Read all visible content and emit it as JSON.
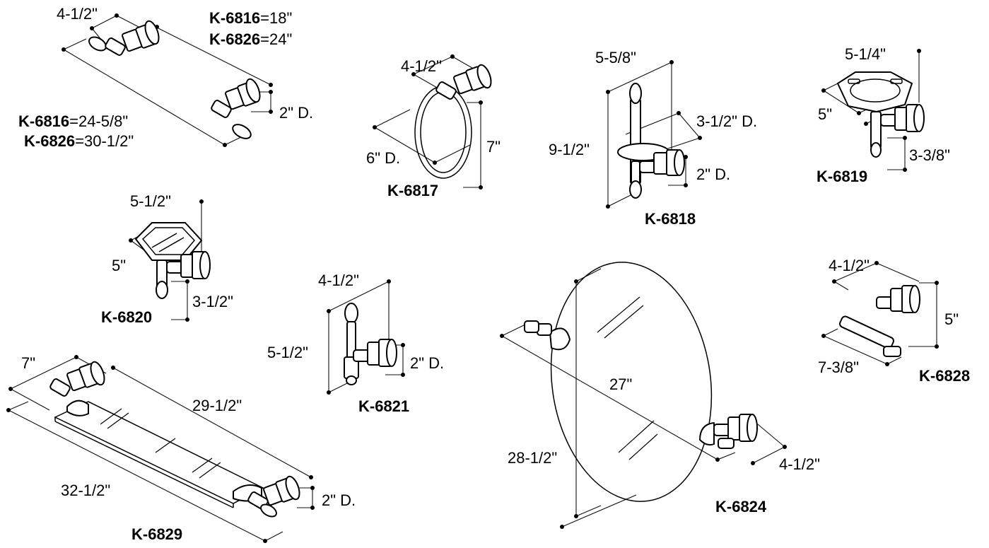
{
  "diagram": {
    "products": [
      {
        "id": "towel-bar",
        "models": [
          {
            "model": "K-6816",
            "length": "=18\"",
            "overall": "=24-5/8\""
          },
          {
            "model": "K-6826",
            "length": "=24\"",
            "overall": "=30-1/2\""
          }
        ],
        "dims": {
          "projection": "4-1/2\"",
          "base": "2\" D."
        }
      },
      {
        "id": "towel-ring",
        "model": "K-6817",
        "dims": {
          "projection": "4-1/2\"",
          "ring": "6\" D.",
          "height": "7\""
        }
      },
      {
        "id": "tissue-holder",
        "model": "K-6818",
        "dims": {
          "projection": "5-5/8\"",
          "plate": "3-1/2\" D.",
          "height": "9-1/2\"",
          "base": "2\" D."
        }
      },
      {
        "id": "tumbler-holder",
        "model": "K-6819",
        "dims": {
          "projection": "5-1/4\"",
          "width": "5\"",
          "drop": "3-3/8\""
        }
      },
      {
        "id": "soap-dish",
        "model": "K-6820",
        "dims": {
          "projection": "5-1/2\"",
          "width": "5\"",
          "drop": "3-1/2\""
        }
      },
      {
        "id": "robe-hook",
        "model": "K-6821",
        "dims": {
          "projection": "4-1/2\"",
          "height": "5-1/2\"",
          "base": "2\" D."
        }
      },
      {
        "id": "mirror",
        "model": "K-6824",
        "dims": {
          "width": "27\"",
          "height": "28-1/2\"",
          "projection": "4-1/2\""
        }
      },
      {
        "id": "paper-holder",
        "model": "K-6828",
        "dims": {
          "projection": "4-1/2\"",
          "height": "5\"",
          "width": "7-3/8\""
        }
      },
      {
        "id": "glass-shelf",
        "model": "K-6829",
        "dims": {
          "depth": "7\"",
          "length": "29-1/2\"",
          "overall": "32-1/2\"",
          "base": "2\" D."
        }
      }
    ]
  }
}
